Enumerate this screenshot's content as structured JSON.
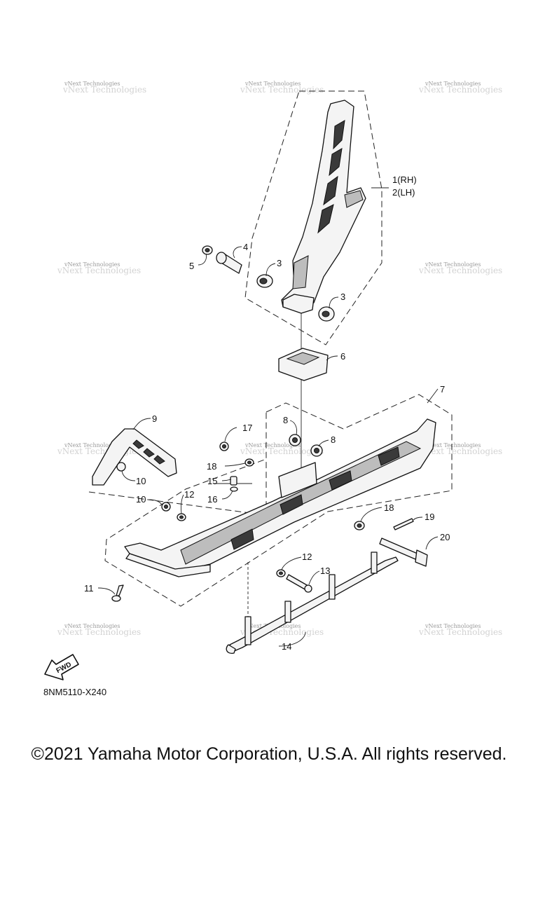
{
  "diagram": {
    "callouts": {
      "c1": "1(RH)",
      "c2": "2(LH)",
      "c3a": "3",
      "c3b": "3",
      "c4": "4",
      "c5": "5",
      "c6": "6",
      "c7": "7",
      "c8a": "8",
      "c8b": "8",
      "c9": "9",
      "c10a": "10",
      "c10b": "10",
      "c11": "11",
      "c12a": "12",
      "c12b": "12",
      "c13": "13",
      "c14": "14",
      "c15": "15",
      "c16": "16",
      "c17": "17",
      "c18a": "18",
      "c18b": "18",
      "c19": "19",
      "c20": "20"
    },
    "fwd_label": "FWD",
    "drawing_code": "8NM5110-X240",
    "watermark": "vNext Technologies"
  },
  "footer": {
    "copyright": "©2021 Yamaha Motor Corporation, U.S.A. All rights reserved."
  }
}
